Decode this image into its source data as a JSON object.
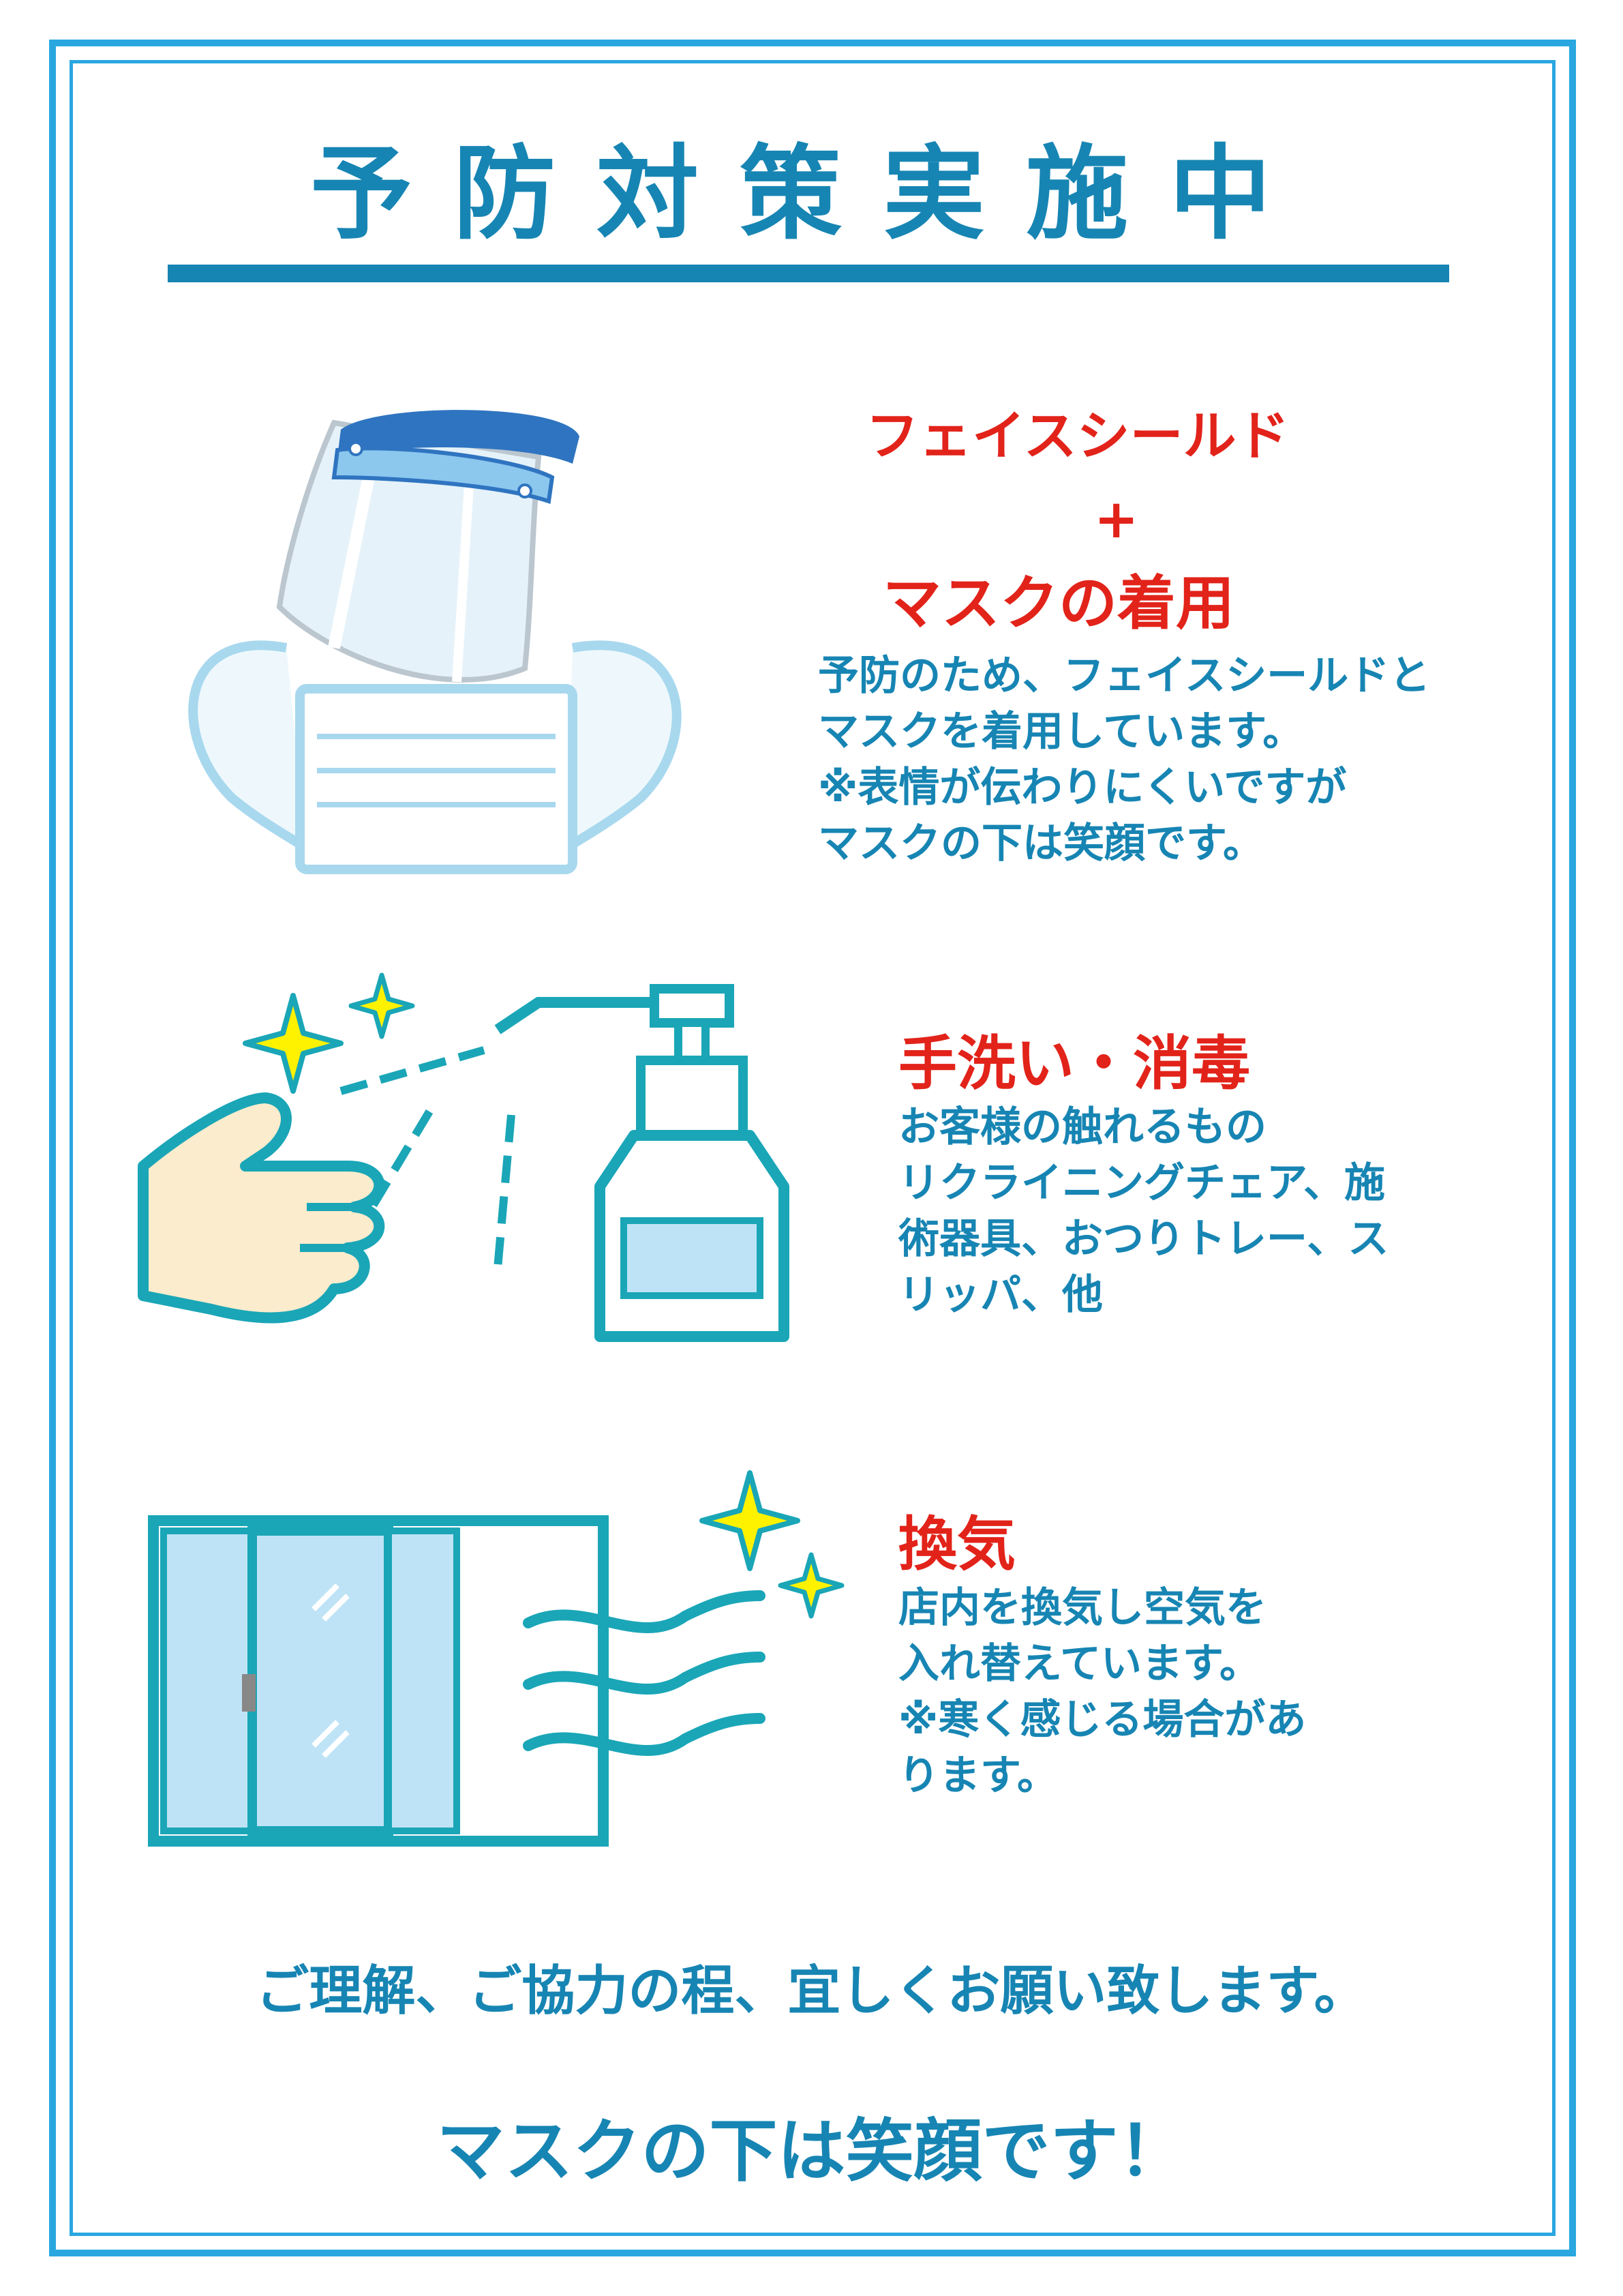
{
  "title": "予防対策実施中",
  "sections": [
    {
      "heading_lines": [
        "フェイスシールド",
        "+",
        "マスクの着用"
      ],
      "body_lines": [
        "予防のため、フェイスシールドと",
        "マスクを着用しています。",
        "※表情が伝わりにくいですが",
        "マスクの下は笑顔です。"
      ],
      "illustration": "face-shield-and-mask"
    },
    {
      "heading_lines": [
        "手洗い・消毒"
      ],
      "body_lines": [
        "お客様の触れるもの",
        "リクライニングチェア、施",
        "術器具、おつりトレー、ス",
        "リッパ、他"
      ],
      "illustration": "hand-sanitizer-spray"
    },
    {
      "heading_lines": [
        "換気"
      ],
      "body_lines": [
        "店内を換気し空気を",
        "入れ替えています。",
        "※寒く感じる場合があ",
        "ります。"
      ],
      "illustration": "open-window-airflow"
    }
  ],
  "footer": {
    "line1": "ご理解、ご協力の程、宜しくお願い致します。",
    "line2": "マスクの下は笑顔です！"
  },
  "colors": {
    "frame": "#2aa7e0",
    "title": "#1785b3",
    "heading": "#e2231a",
    "body": "#1785b3"
  }
}
